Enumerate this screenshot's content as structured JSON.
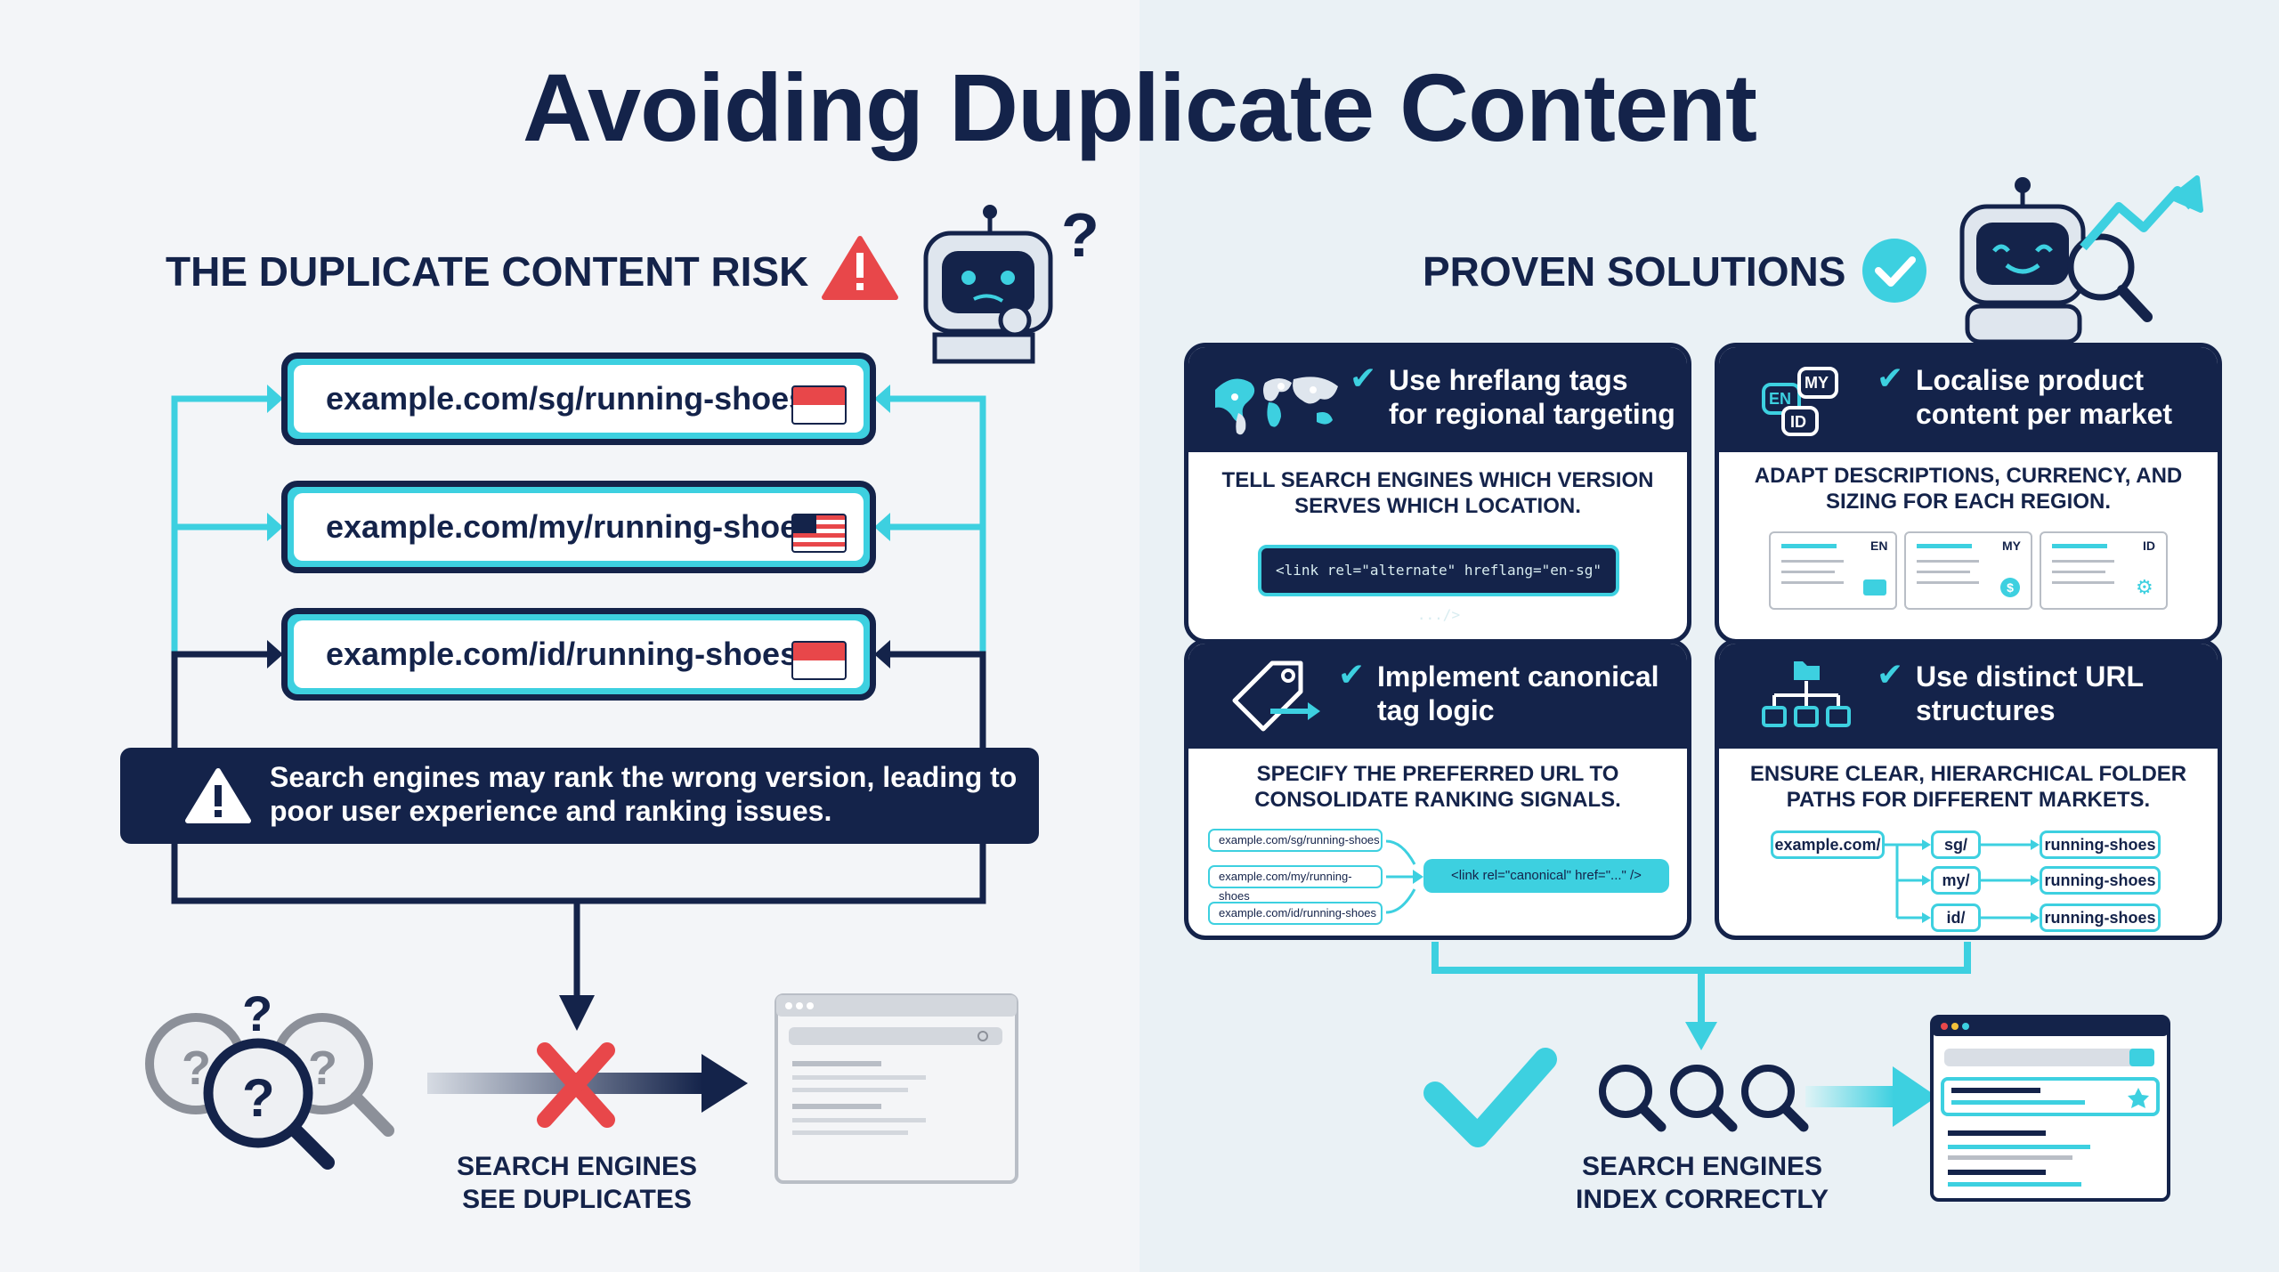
{
  "title": "Avoiding Duplicate Content",
  "left": {
    "heading": "THE DUPLICATE CONTENT RISK",
    "urls": [
      {
        "text": "example.com/sg/running-shoes",
        "flag": "sg-flag-icon"
      },
      {
        "text": "example.com/my/running-shoes",
        "flag": "my-flag-icon"
      },
      {
        "text": "example.com/id/running-shoes",
        "flag": "id-flag-icon"
      }
    ],
    "warning": "Search engines may rank the wrong version, leading to poor user experience and ranking issues.",
    "caption": "SEARCH ENGINES\nSEE DUPLICATES",
    "caption_line1": "SEARCH ENGINES",
    "caption_line2": "SEE DUPLICATES"
  },
  "right": {
    "heading": "PROVEN SOLUTIONS",
    "cards": [
      {
        "title_line1": "Use hreflang tags",
        "title_line2": "for regional targeting",
        "desc_line1": "TELL SEARCH ENGINES WHICH VERSION",
        "desc_line2": "SERVES WHICH LOCATION.",
        "code": "<link rel=\"alternate\" hreflang=\"en-sg\" .../>"
      },
      {
        "title_line1": "Localise product",
        "title_line2": "content per market",
        "desc_line1": "ADAPT DESCRIPTIONS, CURRENCY, AND",
        "desc_line2": "SIZING FOR EACH REGION.",
        "labels": [
          "EN",
          "MY",
          "ID"
        ],
        "bubble_labels": [
          "EN",
          "MY",
          "ID"
        ]
      },
      {
        "title_line1": "Implement canonical",
        "title_line2": "tag logic",
        "desc_line1": "SPECIFY THE PREFERRED URL TO",
        "desc_line2": "CONSOLIDATE RANKING SIGNALS.",
        "urls": [
          "example.com/sg/running-shoes",
          "example.com/my/running-shoes",
          "example.com/id/running-shoes"
        ],
        "code": "<link rel=\"canonical\" href=\"...\" />"
      },
      {
        "title_line1": "Use distinct URL",
        "title_line2": "structures",
        "desc_line1": "ENSURE CLEAR, HIERARCHICAL FOLDER",
        "desc_line2": "PATHS FOR DIFFERENT MARKETS.",
        "root": "example.com/",
        "folders": [
          "sg/",
          "my/",
          "id/"
        ],
        "leaves": [
          "running-shoes",
          "running-shoes",
          "running-shoes"
        ]
      }
    ],
    "caption_line1": "SEARCH ENGINES",
    "caption_line2": "INDEX CORRECTLY"
  },
  "colors": {
    "navy": "#14234a",
    "cyan": "#3dd0e0",
    "red": "#e8474a",
    "gray": "#8c9099"
  }
}
